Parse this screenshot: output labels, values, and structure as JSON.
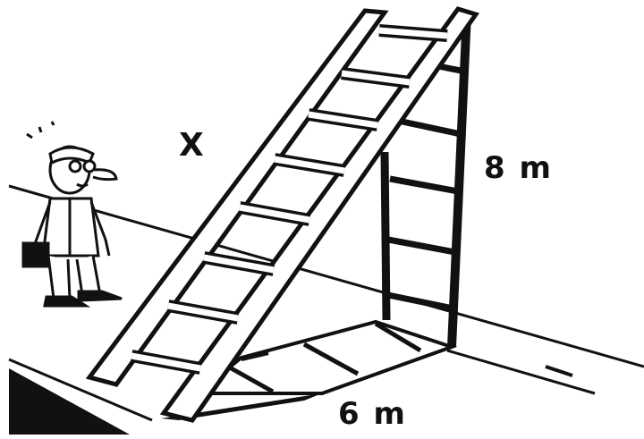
{
  "diagram": {
    "labels": {
      "unknown": "X",
      "height": "8 m",
      "base": "6 m"
    },
    "colors": {
      "ink": "#111111",
      "paper": "#ffffff"
    }
  }
}
